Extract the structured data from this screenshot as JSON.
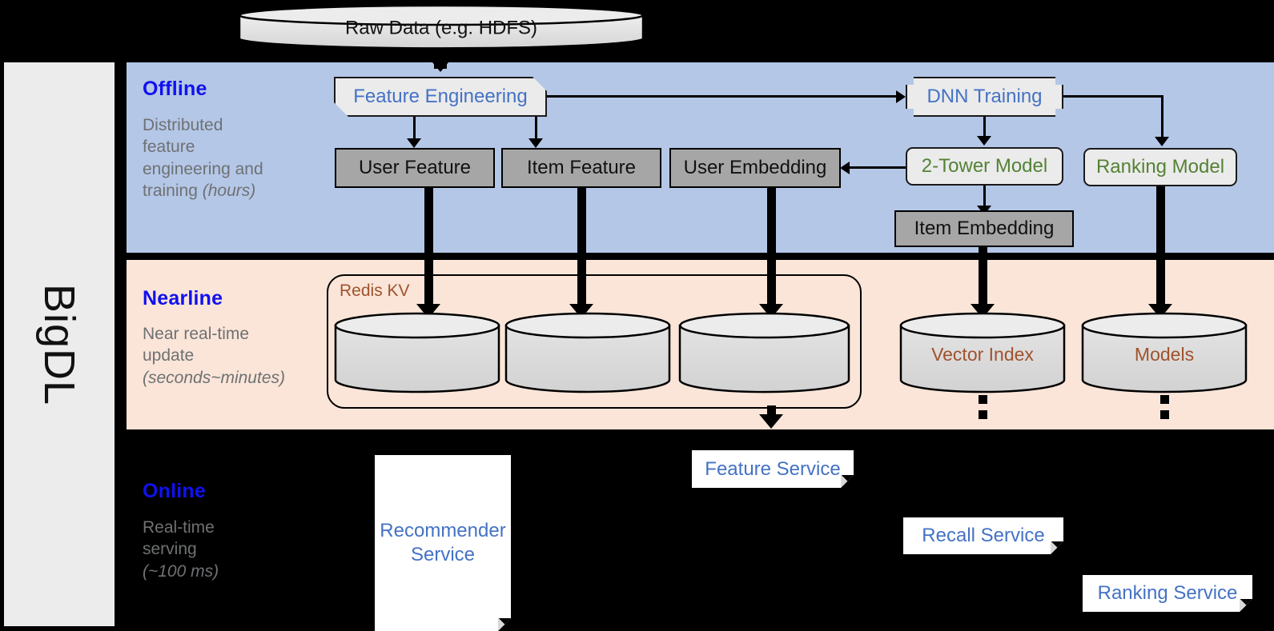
{
  "sidebar": {
    "label": "BigDL"
  },
  "bands": {
    "offline": {
      "title": "Offline",
      "subtitle": "Distributed feature engineering and ",
      "subtitle_italic": "(hours)"
    },
    "nearline": {
      "title": "Nearline",
      "subtitle": "Near real-time update ",
      "subtitle_italic": "(seconds~minutes)"
    },
    "online": {
      "title": "Online",
      "subtitle": "Real-time serving ",
      "subtitle_italic": "(~100 ms)"
    }
  },
  "offline_sub_line1": "Distributed",
  "offline_sub_line2": "feature",
  "offline_sub_line3": "engineering and",
  "offline_sub_line4": "training ",
  "offline_sub_italic": "(hours)",
  "nearline_sub_line1": "Near real-time",
  "nearline_sub_line2": "update",
  "nearline_sub_italic": "(seconds~minutes)",
  "online_sub_line1": "Real-time",
  "online_sub_line2": "serving",
  "online_sub_italic": "(~100 ms)",
  "nodes": {
    "raw_data": "Raw Data (e.g. HDFS)",
    "feature_engineering": "Feature Engineering",
    "dnn_training": "DNN Training",
    "user_feature": "User Feature",
    "item_feature": "Item Feature",
    "user_embedding": "User Embedding",
    "two_tower_model": "2-Tower Model",
    "ranking_model": "Ranking Model",
    "item_embedding": "Item Embedding",
    "redis_kv": "Redis KV",
    "vector_index": "Vector Index",
    "models": "Models",
    "feature_service": "Feature Service",
    "recall_service": "Recall Service",
    "ranking_service": "Ranking Service",
    "recommender_service_l1": "Recommender",
    "recommender_service_l2": "Service"
  },
  "colors": {
    "offline_band": "#b4c7e7",
    "nearline_band": "#fae5d8",
    "online_band": "#000000",
    "sidebar": "#ececec",
    "band_title": "#1111ee",
    "band_subtitle": "#6f7173",
    "blue_text": "#4472c4",
    "green_text": "#548235",
    "brown_text": "#a0522d",
    "grey_box": "#a6a6a6",
    "card_box": "#ebebeb"
  }
}
